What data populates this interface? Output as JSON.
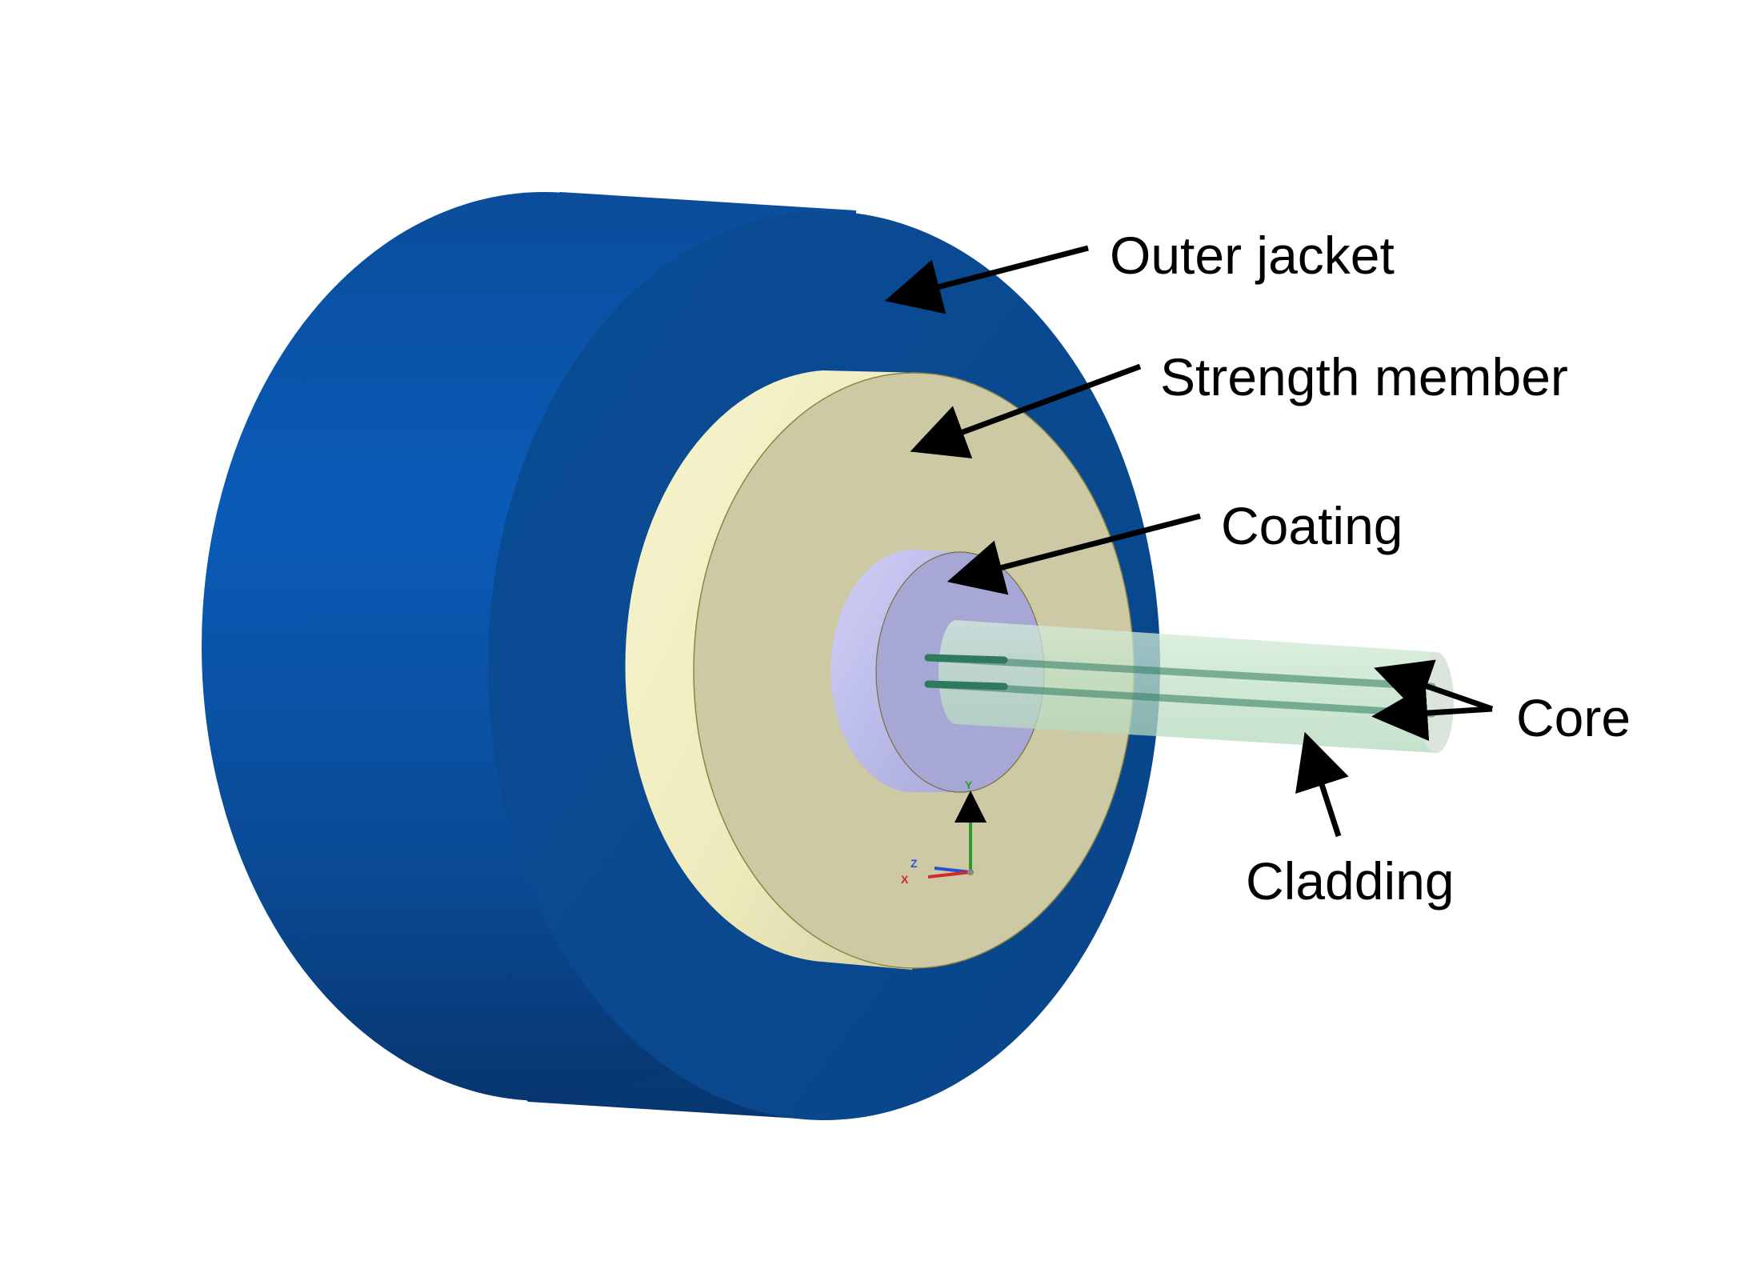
{
  "labels": {
    "outer_jacket": "Outer jacket",
    "strength_member": "Strength member",
    "coating": "Coating",
    "core": "Core",
    "cladding": "Cladding"
  },
  "triad": {
    "y": "Y",
    "z": "Z",
    "x": "X"
  },
  "colors": {
    "outer_jacket": "#0a4fa0",
    "strength_member": "#cfcaa2",
    "coating": "#b8b8e6",
    "cladding": "#bfe0c6",
    "core": "#2f7a5e",
    "arrow": "#000000"
  }
}
